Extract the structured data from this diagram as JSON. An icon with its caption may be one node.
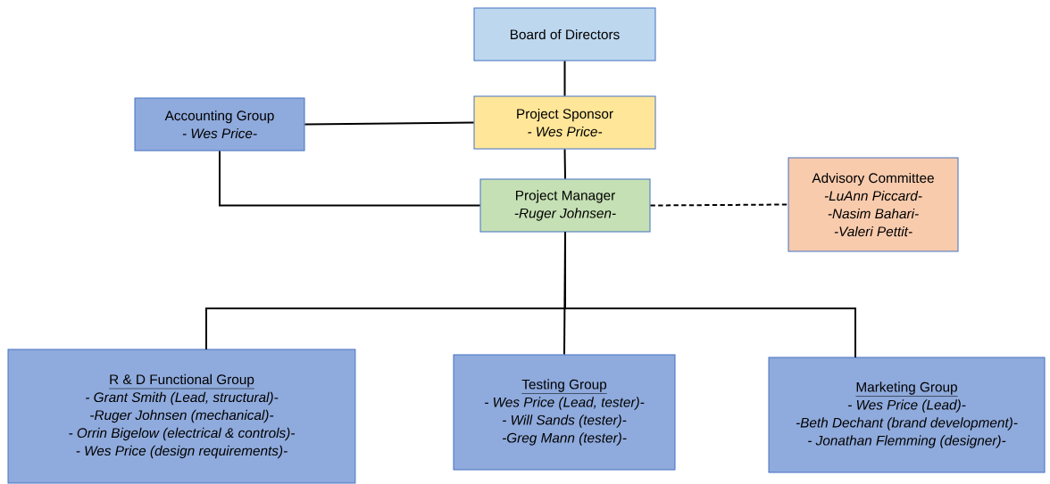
{
  "diagram": {
    "nodes": [
      {
        "text": [
          "Board of Directors"
        ]
      },
      {
        "text": [
          "Accounting Group",
          "- Wes Price-"
        ]
      },
      {
        "text": [
          "Project Sponsor",
          "- Wes Price-"
        ]
      },
      {
        "text": [
          "Project Manager",
          "-Ruger Johnsen-"
        ]
      },
      {
        "text": [
          "Advisory Committee",
          "-LuAnn Piccard-",
          "-Nasim Bahari-",
          "-Valeri Pettit-"
        ]
      },
      {
        "text": [
          "R & D Functional Group",
          "- Grant Smith (Lead, structural)-",
          "-Ruger Johnsen (mechanical)-",
          "- Orrin Bigelow (electrical & controls)-",
          "- Wes Price (design requirements)-"
        ]
      },
      {
        "text": [
          "Testing Group",
          "- Wes Price (Lead, tester)-",
          "- Will Sands (tester)-",
          "-Greg Mann (tester)-"
        ]
      },
      {
        "text": [
          "Marketing Group",
          "- Wes Price (Lead)-",
          "-Beth Dechant (brand development)-",
          "- Jonathan Flemming (designer)-"
        ]
      }
    ],
    "edges": [
      {
        "from": 0,
        "to": 2,
        "arrow": "none"
      },
      {
        "from": 1,
        "to": 2,
        "arrow": "none"
      },
      {
        "from": 2,
        "to": 3,
        "arrow": "none"
      },
      {
        "from": 1,
        "to": 3,
        "arrow": "none"
      },
      {
        "from": 3,
        "to": 4,
        "arrow": "none",
        "style": "dashed"
      },
      {
        "from": 3,
        "to": 5,
        "arrow": "none"
      },
      {
        "from": 3,
        "to": 6,
        "arrow": "none"
      },
      {
        "from": 3,
        "to": 7,
        "arrow": "none"
      }
    ]
  }
}
